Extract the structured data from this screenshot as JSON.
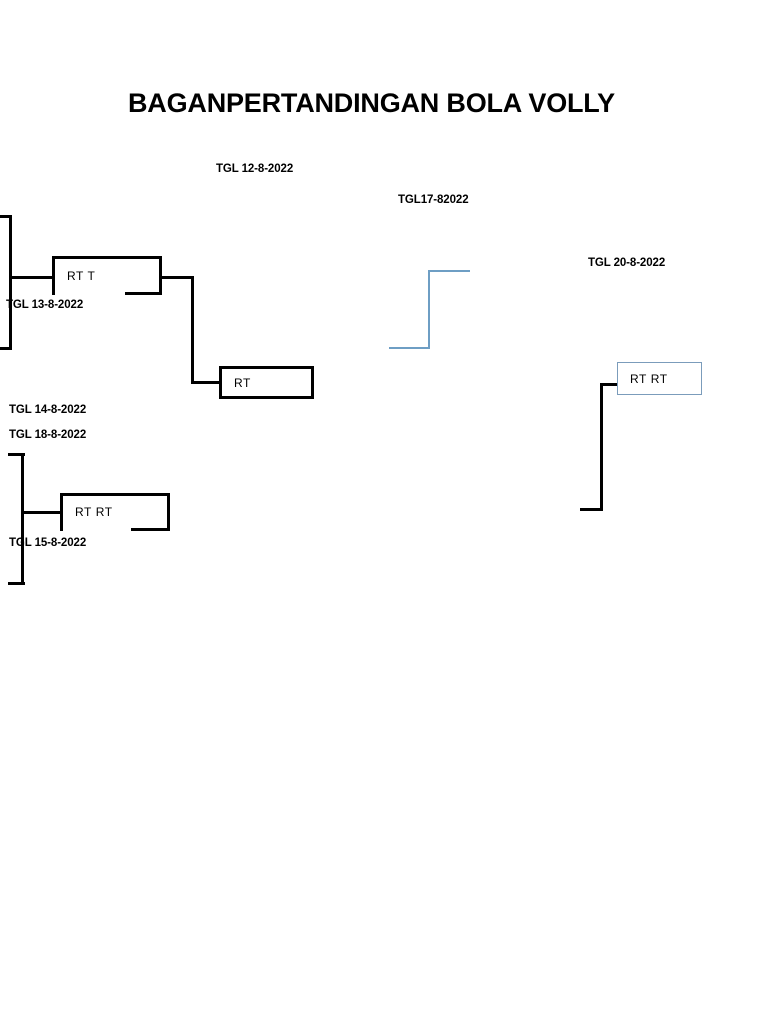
{
  "document": {
    "title": "BAGANPERTANDINGAN BOLA VOLLY"
  },
  "dates": {
    "round1_top": "TGL 12-8-2022",
    "round1_left_a": "TGL 13-8-2022",
    "round1_left_b": "TGL 14-8-2022",
    "round2_left": "TGL 18-8-2022",
    "round1_left_c": "TGL 15-8-2022",
    "semifinal": "TGL17-82022",
    "final": "TGL 20-8-2022"
  },
  "bracket": {
    "boxes": [
      {
        "id": "match-upper-left",
        "label": "RT T"
      },
      {
        "id": "match-upper-right",
        "label": "RT"
      },
      {
        "id": "match-lower-left",
        "label": "RT RT"
      },
      {
        "id": "match-final",
        "label": "RT RT"
      }
    ]
  },
  "colors": {
    "ink": "#000000",
    "accent_blue": "#6e9ec4",
    "box_border_blue": "#7b9cbb",
    "page_background": "#ffffff"
  }
}
